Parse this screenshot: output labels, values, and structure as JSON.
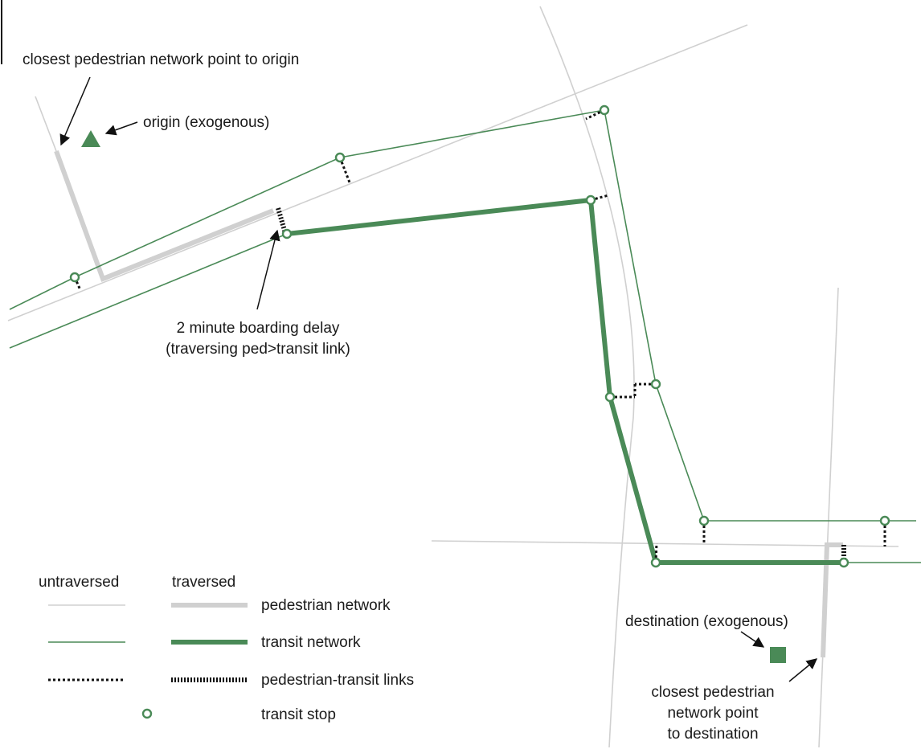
{
  "annotations": {
    "closest_origin": "closest pedestrian network point to origin",
    "origin": "origin (exogenous)",
    "boarding_line1": "2 minute boarding delay",
    "boarding_line2": "(traversing ped>transit link)",
    "destination": "destination (exogenous)",
    "closest_dest_line1": "closest pedestrian",
    "closest_dest_line2": "network point",
    "closest_dest_line3": "to destination"
  },
  "legend": {
    "col_untraversed": "untraversed",
    "col_traversed": "traversed",
    "row_pedestrian": "pedestrian network",
    "row_transit": "transit network",
    "row_links": "pedestrian-transit links",
    "row_stop": "transit stop"
  },
  "colors": {
    "pedestrian": "#d0d0d0",
    "transit": "#4a8a57",
    "link": "#111111",
    "text": "#1a1a1a"
  },
  "icons": {
    "origin": "triangle-icon",
    "destination": "square-icon",
    "stop": "circle-icon"
  }
}
